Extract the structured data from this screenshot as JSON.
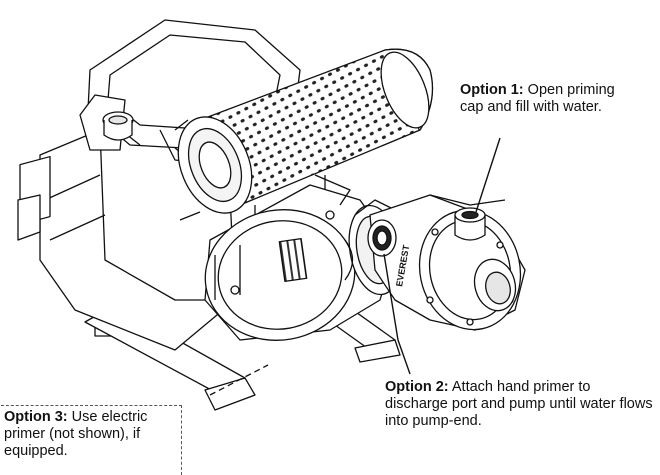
{
  "callouts": {
    "option1": {
      "title": "Option 1:",
      "text": " Open priming cap and fill with water."
    },
    "option2": {
      "title": "Option 2:",
      "text": " Attach hand primer to discharge port and pump until water flows into pump-end."
    },
    "option3": {
      "title": "Option 3:",
      "text": " Use electric primer (not shown), if equipped."
    }
  },
  "pump_label": "EVEREST",
  "colors": {
    "line": "#111111",
    "fill": "#ffffff",
    "shade": "#e6e6e6"
  }
}
